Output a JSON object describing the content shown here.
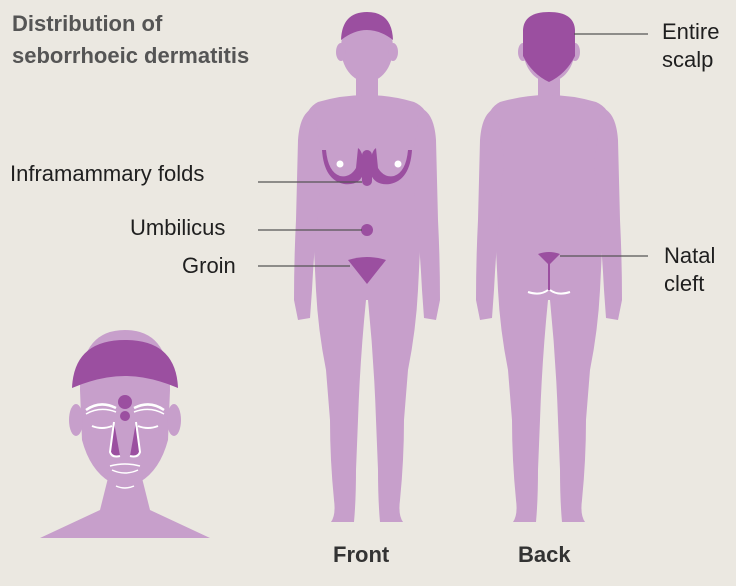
{
  "title": {
    "line1": "Distribution of",
    "line2": "seborrhoeic dermatitis"
  },
  "labels": {
    "inframammary": "Inframammary folds",
    "umbilicus": "Umbilicus",
    "groin": "Groin",
    "scalp_line1": "Entire",
    "scalp_line2": "scalp",
    "natal_line1": "Natal",
    "natal_line2": "cleft"
  },
  "captions": {
    "front": "Front",
    "back": "Back"
  },
  "colors": {
    "background": "#ebe8e1",
    "body": "#c79fcb",
    "affected": "#9b4fa0",
    "leader_line": "#555555"
  }
}
